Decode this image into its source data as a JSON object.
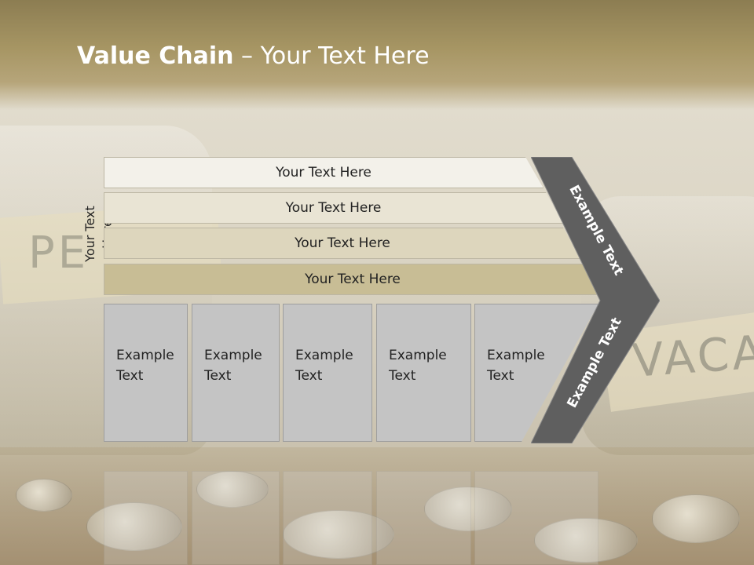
{
  "slide": {
    "title_bold": "Value Chain",
    "title_rest": " – Your Text Here",
    "vertical_label": "Your Text Here",
    "rows": [
      {
        "label": "Your Text Here"
      },
      {
        "label": "Your Text Here"
      },
      {
        "label": "Your Text Here"
      },
      {
        "label": "Your Text Here"
      }
    ],
    "boxes": [
      {
        "line1": "Example",
        "line2": "Text"
      },
      {
        "line1": "Example",
        "line2": "Text"
      },
      {
        "line1": "Example",
        "line2": "Text"
      },
      {
        "line1": "Example",
        "line2": "Text"
      },
      {
        "line1": "Example",
        "line2": "Text"
      }
    ],
    "arrow_upper_text": "Example Text",
    "arrow_lower_text": "Example Text"
  },
  "background": {
    "jar_left_text": "PE",
    "jar_right_text": "VACA"
  },
  "colors": {
    "header": "#a79664",
    "arrow": "#5f5f5f",
    "box": "#c4c4c4",
    "row_dark": "#c8bd95"
  }
}
